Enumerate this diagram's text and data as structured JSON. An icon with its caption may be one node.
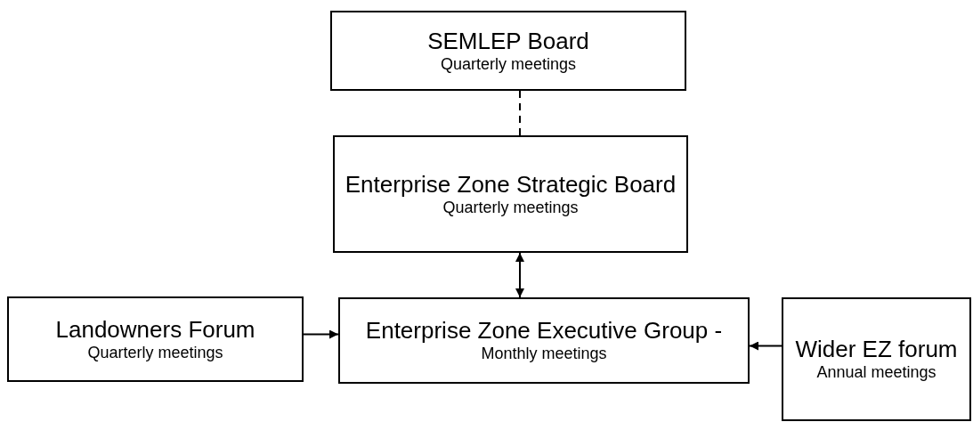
{
  "diagram": {
    "nodes": [
      {
        "text": [
          "SEMLEP Board",
          "Quarterly meetings"
        ]
      },
      {
        "text": [
          "Enterprise Zone Strategic Board",
          "Quarterly meetings"
        ]
      },
      {
        "text": [
          "Landowners Forum",
          "Quarterly meetings"
        ]
      },
      {
        "text": [
          "Enterprise Zone Executive Group -",
          "Monthly meetings"
        ]
      },
      {
        "text": [
          "Wider EZ forum",
          "Annual meetings"
        ]
      }
    ],
    "edges": [
      {
        "from": 0,
        "to": 1,
        "arrow": "none",
        "style": "dashed"
      },
      {
        "from": 1,
        "to": 3,
        "arrow": "both"
      },
      {
        "from": 2,
        "to": 3,
        "arrow": "to"
      },
      {
        "from": 4,
        "to": 3,
        "arrow": "to"
      }
    ]
  }
}
